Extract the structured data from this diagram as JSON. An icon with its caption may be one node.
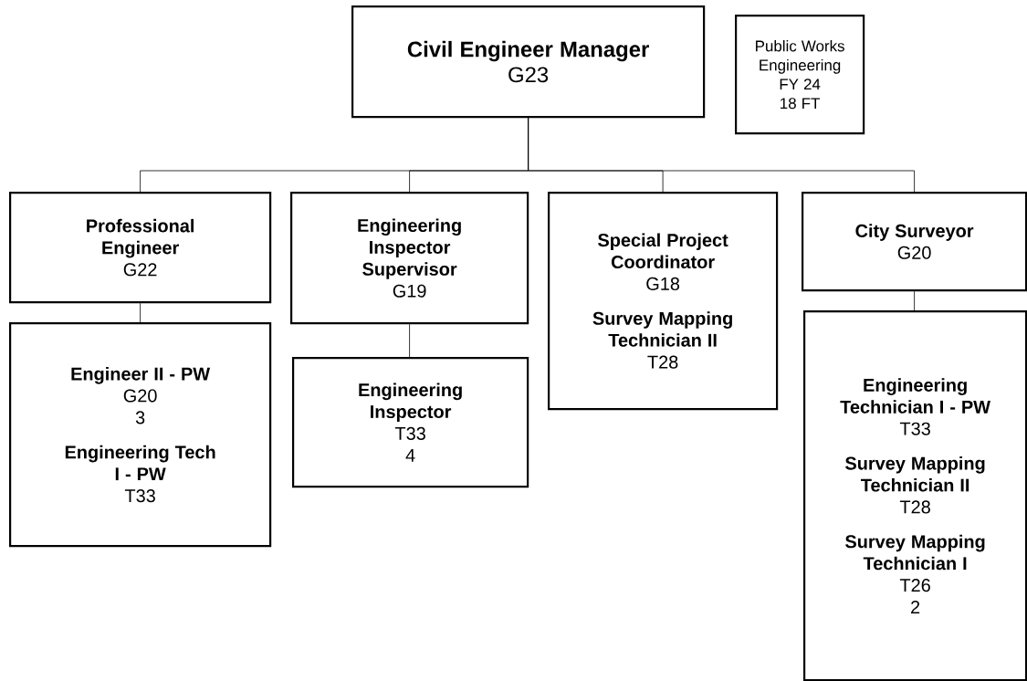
{
  "diagram": {
    "nodes": [
      {
        "text": [
          "Civil Engineer Manager",
          "G23"
        ]
      },
      {
        "text": [
          "Public Works Engineering",
          "FY 24",
          "18 FT"
        ]
      },
      {
        "text": [
          "Professional Engineer",
          "G22"
        ]
      },
      {
        "text": [
          "Engineering Inspector Supervisor",
          "G19"
        ]
      },
      {
        "text": [
          "Special Project Coordinator",
          "G18",
          "Survey Mapping Technician II",
          "T28"
        ]
      },
      {
        "text": [
          "City Surveyor",
          "G20"
        ]
      },
      {
        "text": [
          "Engineer II - PW",
          "G20",
          "3",
          "Engineering Tech I - PW",
          "T33"
        ]
      },
      {
        "text": [
          "Engineering Inspector",
          "T33",
          "4"
        ]
      },
      {
        "text": [
          "Engineering Technician I - PW",
          "T33",
          "Survey Mapping Technician II",
          "T28",
          "Survey Mapping Technician I",
          "T26",
          "2"
        ]
      }
    ],
    "edges": [
      {
        "from": 0,
        "to": 2,
        "arrow": "none"
      },
      {
        "from": 0,
        "to": 3,
        "arrow": "none"
      },
      {
        "from": 0,
        "to": 4,
        "arrow": "none"
      },
      {
        "from": 0,
        "to": 5,
        "arrow": "none"
      },
      {
        "from": 2,
        "to": 6,
        "arrow": "none"
      },
      {
        "from": 3,
        "to": 7,
        "arrow": "none"
      },
      {
        "from": 5,
        "to": 8,
        "arrow": "none"
      }
    ]
  }
}
